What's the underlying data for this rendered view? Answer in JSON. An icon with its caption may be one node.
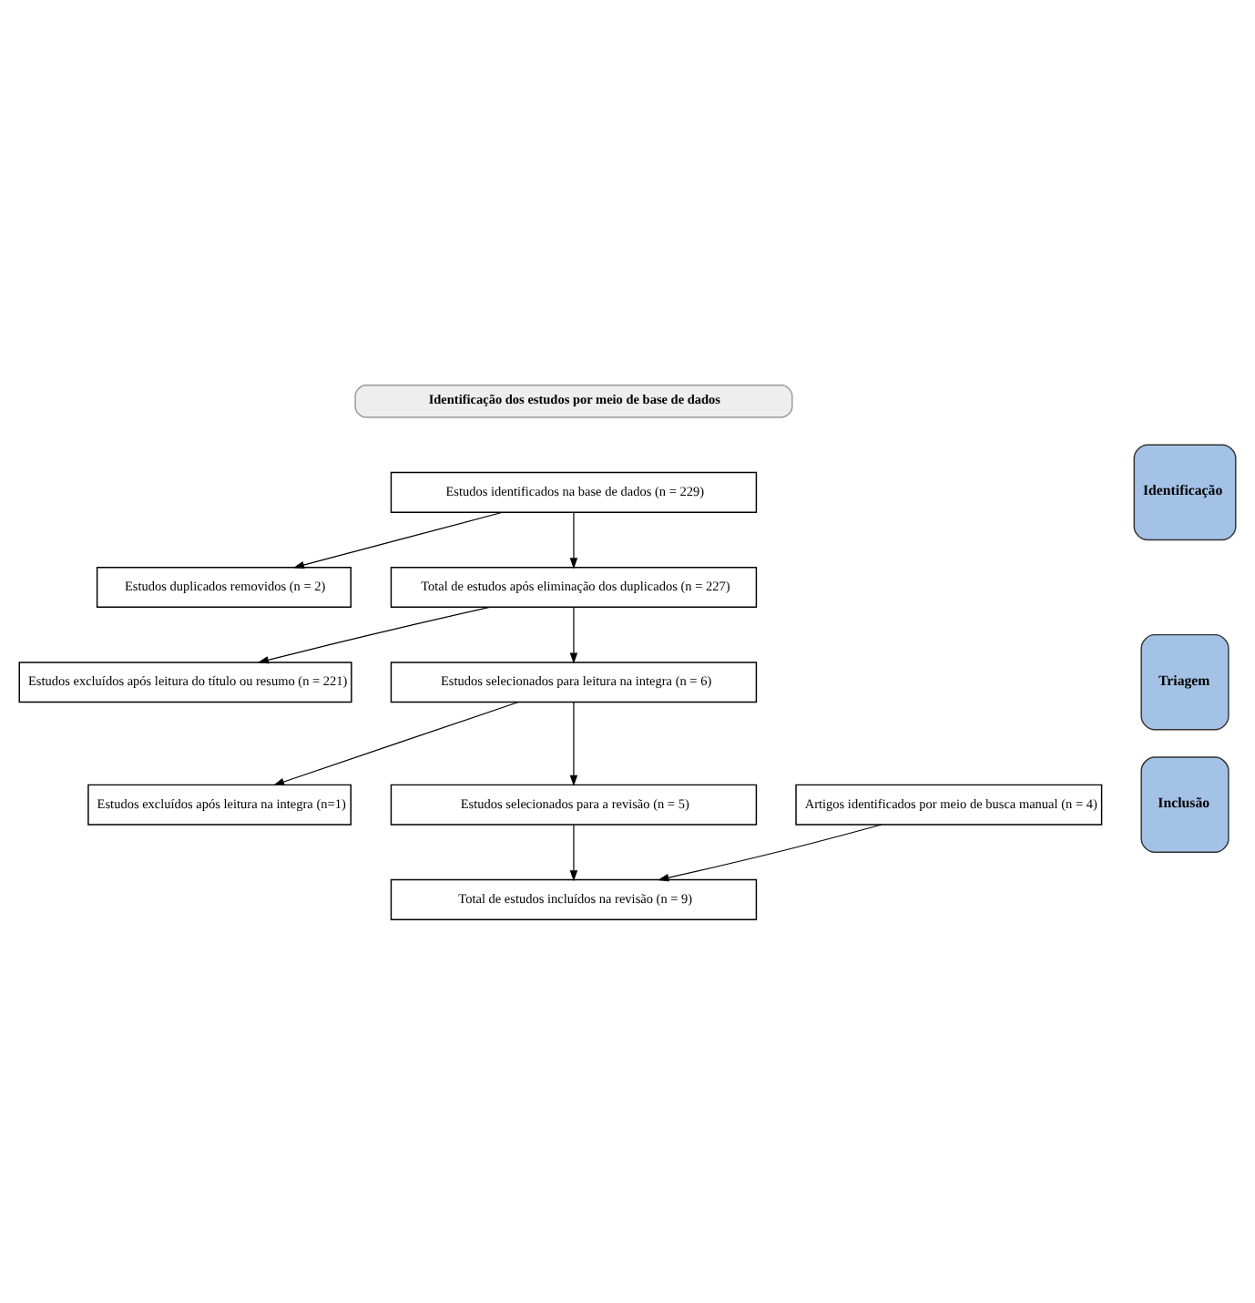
{
  "diagram": {
    "nodes": [
      {
        "text": [
          "Identificação dos estudos por meio de base de dados"
        ]
      },
      {
        "text": [
          "Identificação"
        ]
      },
      {
        "text": [
          "Triagem"
        ]
      },
      {
        "text": [
          "Inclusão"
        ]
      },
      {
        "text": [
          "Estudos identificados na base de dados (n = 229)"
        ]
      },
      {
        "text": [
          "Estudos duplicados removidos (n = 2)"
        ]
      },
      {
        "text": [
          "Total de estudos após eliminação dos duplicados (n = 227)"
        ]
      },
      {
        "text": [
          "Estudos excluídos após leitura do título ou resumo (n = 221)"
        ]
      },
      {
        "text": [
          "Estudos selecionados para leitura na integra (n = 6)"
        ]
      },
      {
        "text": [
          "Estudos excluídos após leitura na integra (n=1)"
        ]
      },
      {
        "text": [
          "Estudos selecionados para a revisão (n = 5)"
        ]
      },
      {
        "text": [
          "Artigos identificados por meio de busca manual (n = 4)"
        ]
      },
      {
        "text": [
          "Total de estudos incluídos na revisão (n = 9)"
        ]
      }
    ],
    "edges": [
      {
        "from": 4,
        "to": 5,
        "arrow": "to"
      },
      {
        "from": 4,
        "to": 6,
        "arrow": "to"
      },
      {
        "from": 6,
        "to": 7,
        "arrow": "to"
      },
      {
        "from": 6,
        "to": 8,
        "arrow": "to"
      },
      {
        "from": 8,
        "to": 9,
        "arrow": "to"
      },
      {
        "from": 8,
        "to": 10,
        "arrow": "to"
      },
      {
        "from": 10,
        "to": 12,
        "arrow": "to"
      },
      {
        "from": 11,
        "to": 12,
        "arrow": "to"
      }
    ]
  }
}
